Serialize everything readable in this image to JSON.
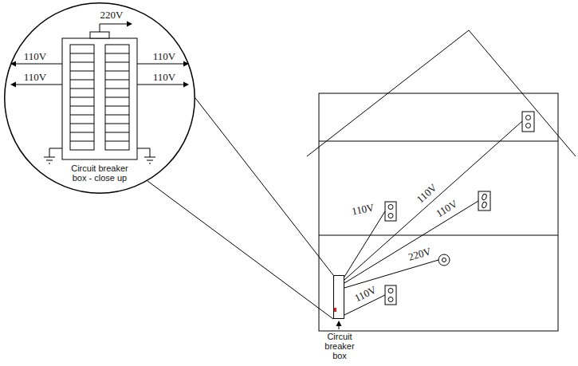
{
  "diagram": {
    "nodes": [
      {
        "text": [
          "Circuit breaker box - close up"
        ]
      },
      {
        "text": [
          "Circuit breaker box"
        ]
      }
    ],
    "edges": [
      {
        "from": 0,
        "to": 1,
        "arrow": "none"
      },
      {
        "from": 0,
        "to": 1,
        "arrow": "none"
      }
    ],
    "labels": [
      "220V",
      "110V",
      "110V",
      "110V",
      "110V",
      "110V",
      "110V",
      "110V",
      "220V",
      "110V"
    ]
  }
}
